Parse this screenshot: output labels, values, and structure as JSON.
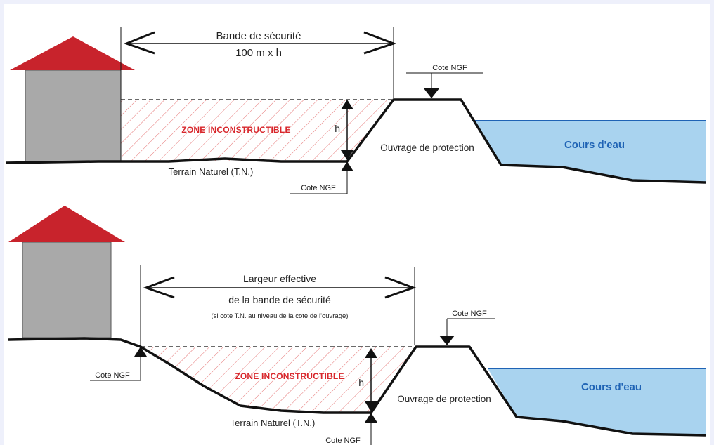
{
  "colors": {
    "roof": "#c8232c",
    "house": "#a9a9a9",
    "water_fill": "#a9d3ef",
    "water_surface": "#1f63b5",
    "hatch": "#e57373",
    "zone_text": "#d8262b"
  },
  "diagrams": [
    {
      "band_label_line1": "Bande de sécurité",
      "band_label_line2": "100 m x h",
      "zone_label": "ZONE INCONSTRUCTIBLE",
      "h_label": "h",
      "structure_label": "Ouvrage de protection",
      "river_label": "Cours d'eau",
      "ground_label": "Terrain Naturel (T.N.)",
      "ngf_top_label": "Cote NGF",
      "ngf_bottom_label": "Cote NGF"
    },
    {
      "band_label_line1": "Largeur effective",
      "band_label_line2": "de la bande de sécurité",
      "band_note": "(si cote T.N. au niveau de la cote de l'ouvrage)",
      "zone_label": "ZONE INCONSTRUCTIBLE",
      "h_label": "h",
      "structure_label": "Ouvrage de protection",
      "river_label": "Cours d'eau",
      "ground_label": "Terrain Naturel (T.N.)",
      "ngf_left_label": "Cote NGF",
      "ngf_top_label": "Cote NGF",
      "ngf_bottom_label": "Cote NGF"
    }
  ]
}
